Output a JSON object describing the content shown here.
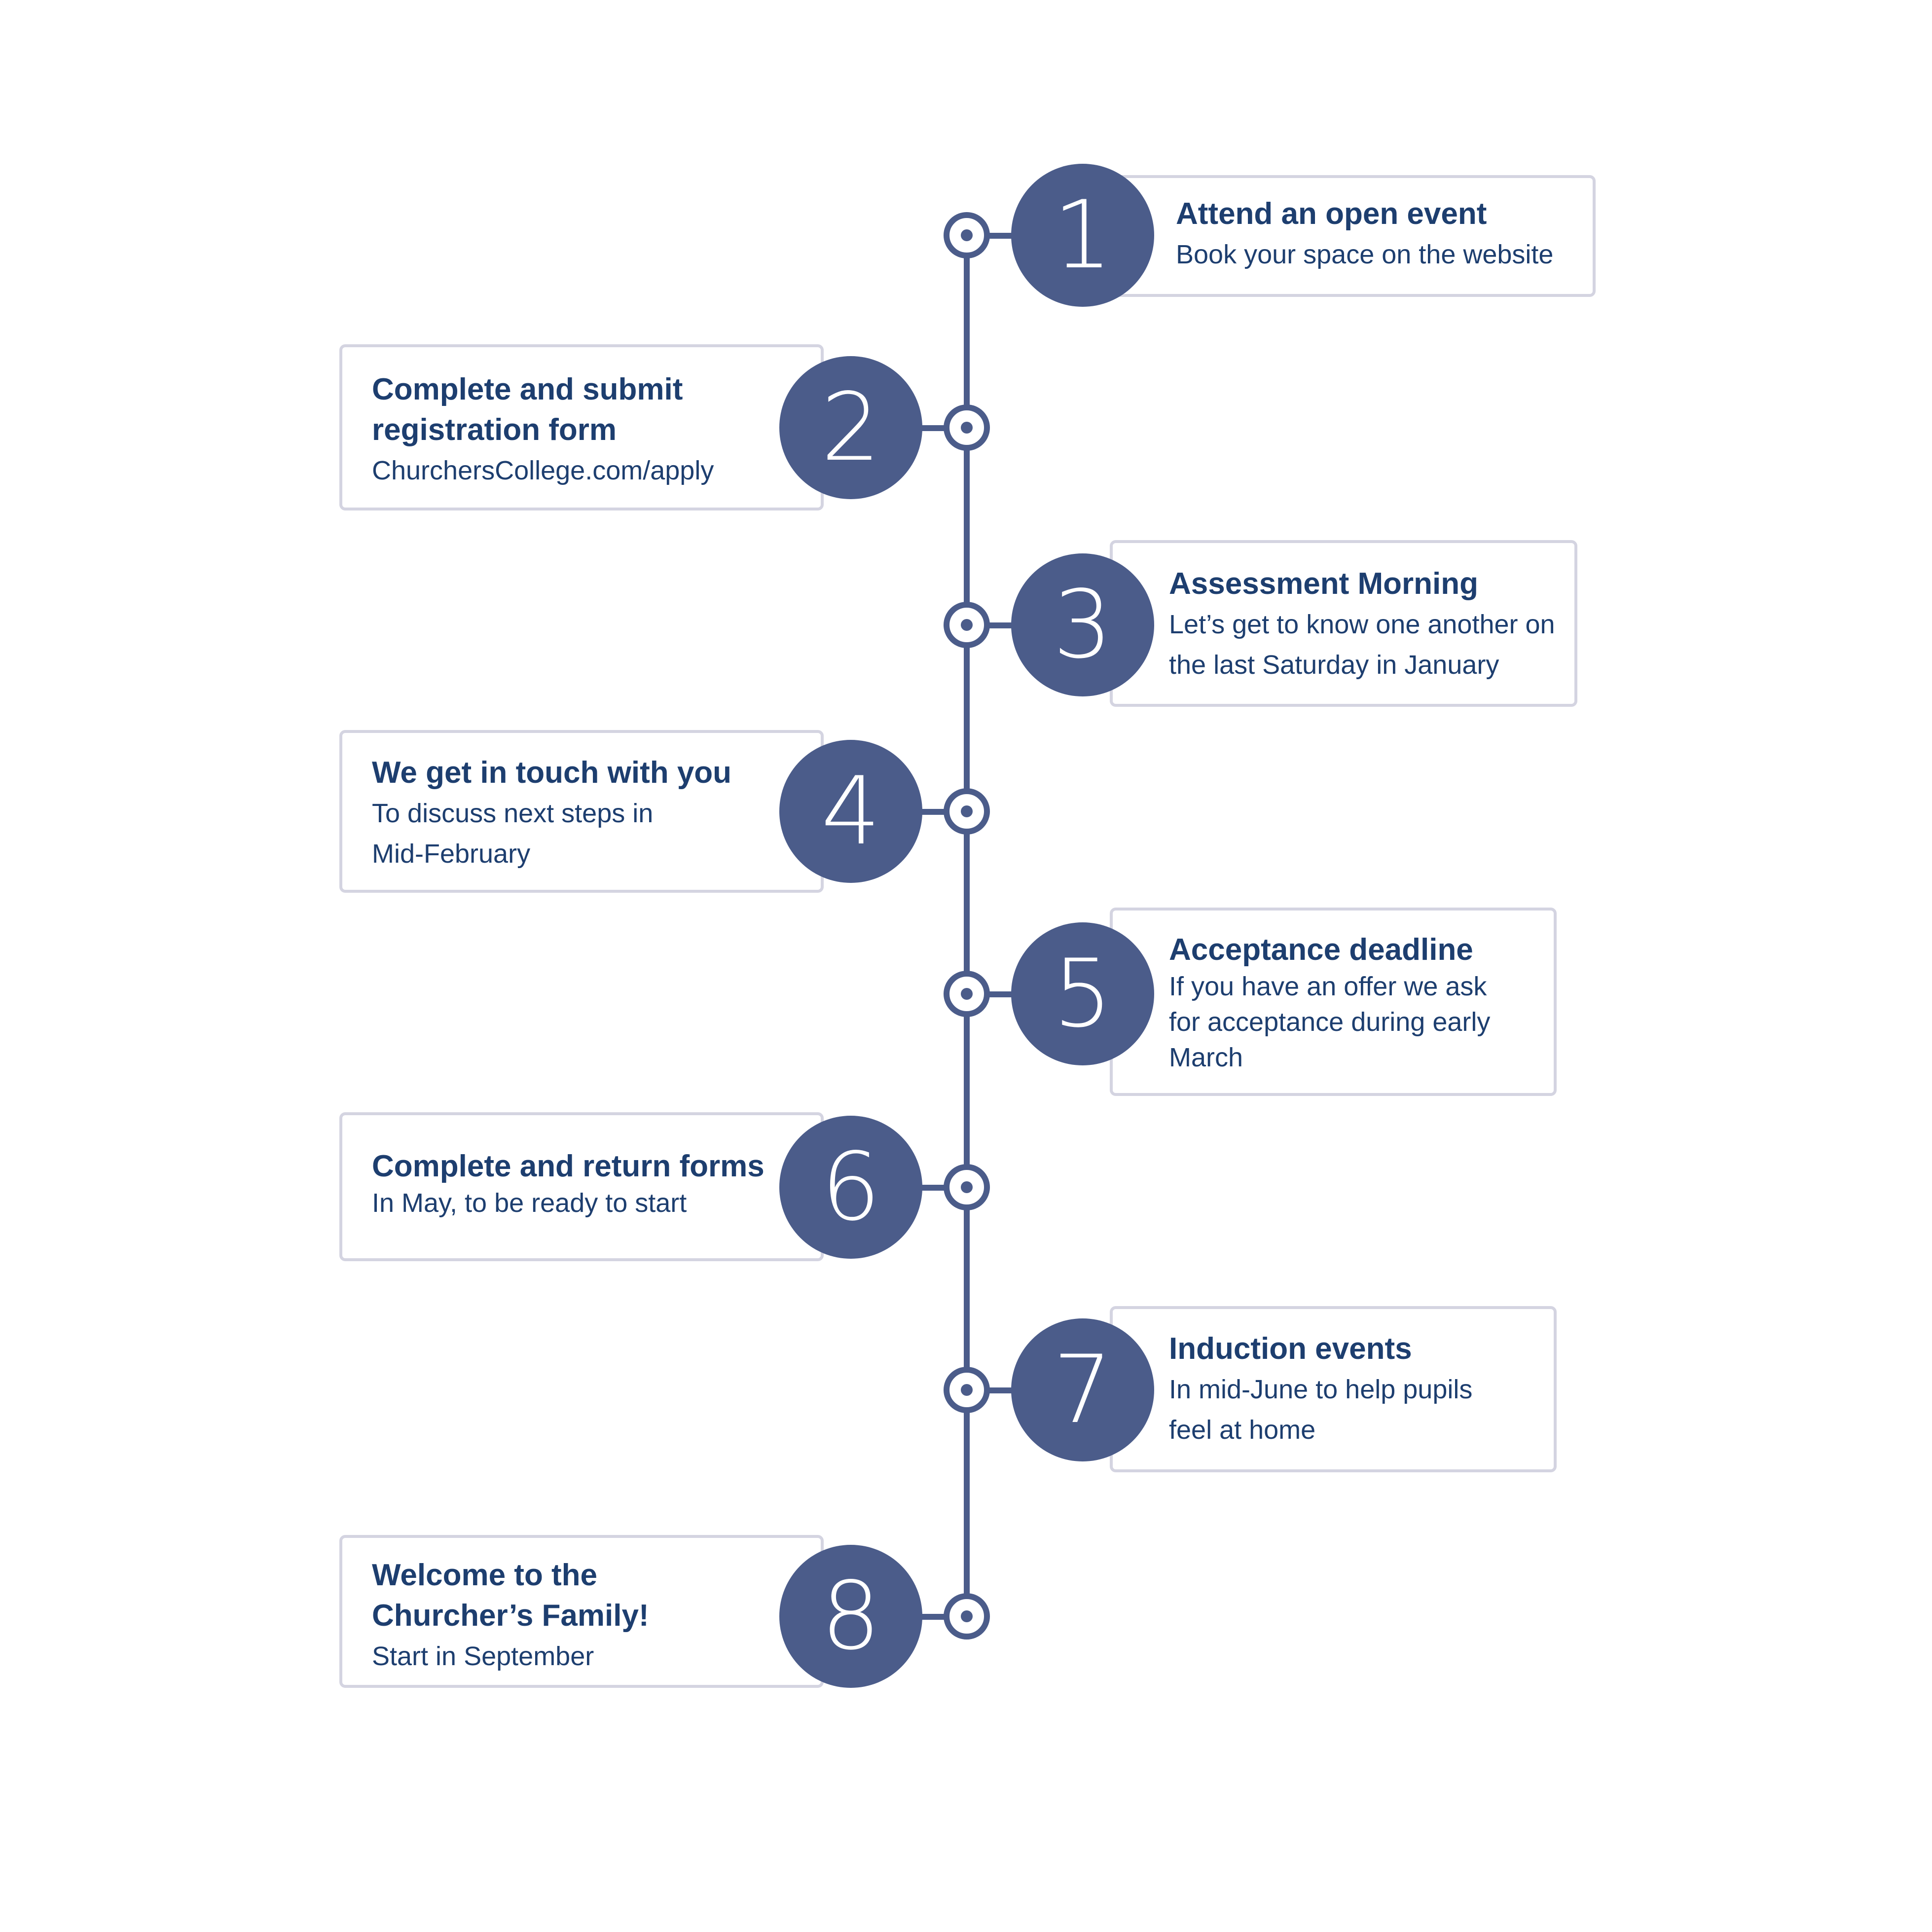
{
  "steps": [
    {
      "number": "1",
      "title": [
        "Attend an open event"
      ],
      "description": [
        "Book your space on the website"
      ]
    },
    {
      "number": "2",
      "title": [
        "Complete and submit",
        "registration form"
      ],
      "description": [
        "ChurchersCollege.com/apply"
      ]
    },
    {
      "number": "3",
      "title": [
        "Assessment Morning"
      ],
      "description": [
        "Let’s get to know one another on",
        "the last Saturday in January"
      ]
    },
    {
      "number": "4",
      "title": [
        "We get in touch with you"
      ],
      "description": [
        "To discuss next steps in",
        "Mid-February"
      ]
    },
    {
      "number": "5",
      "title": [
        "Acceptance deadline"
      ],
      "description": [
        "If you have an offer we ask",
        "for acceptance during early",
        "March"
      ]
    },
    {
      "number": "6",
      "title": [
        "Complete and return forms"
      ],
      "description": [
        "In May, to be ready to start"
      ]
    },
    {
      "number": "7",
      "title": [
        "Induction events"
      ],
      "description": [
        "In mid-June to help pupils",
        "feel at home"
      ]
    },
    {
      "number": "8",
      "title": [
        "Welcome to the",
        "Churcher’s Family!"
      ],
      "description": [
        "Start in September"
      ]
    }
  ],
  "colors": {
    "accent": "#4b5c8a",
    "text": "#1d3e6f",
    "card_border": "#d4d4e1"
  }
}
